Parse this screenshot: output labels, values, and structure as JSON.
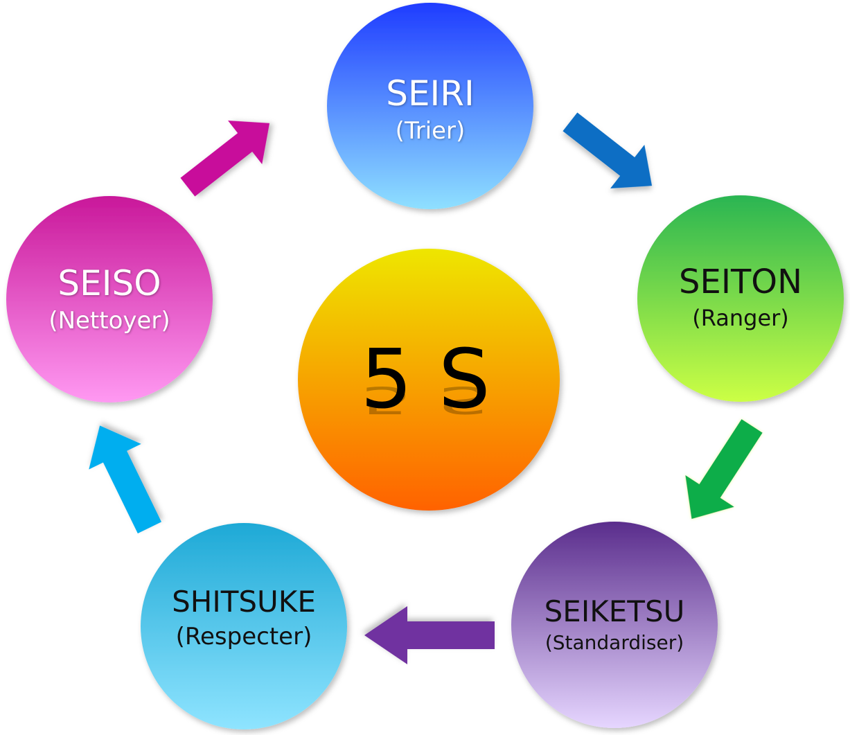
{
  "center": {
    "label": "5 S",
    "gradient_top": "#eee600",
    "gradient_bottom": "#ff6200"
  },
  "nodes": [
    {
      "id": "seiri",
      "title": "SEIRI",
      "subtitle": "(Trier)",
      "gradient_top": "#1f3cff",
      "gradient_bottom": "#8fe0ff",
      "text_color": "#ffffff"
    },
    {
      "id": "seiton",
      "title": "SEITON",
      "subtitle": "(Ranger)",
      "gradient_top": "#2ab552",
      "gradient_bottom": "#ccff44",
      "text_color": "#111111"
    },
    {
      "id": "seiketsu",
      "title": "SEIKETSU",
      "subtitle": "(Standardiser)",
      "gradient_top": "#5a2d8c",
      "gradient_bottom": "#e6d6ff",
      "text_color": "#111111"
    },
    {
      "id": "shitsuke",
      "title": "SHITSUKE",
      "subtitle": "(Respecter)",
      "gradient_top": "#1ea9d6",
      "gradient_bottom": "#8fe4ff",
      "text_color": "#111111"
    },
    {
      "id": "seiso",
      "title": "SEISO",
      "subtitle": "(Nettoyer)",
      "gradient_top": "#c9189a",
      "gradient_bottom": "#ff99f2",
      "text_color": "#ffffff"
    }
  ],
  "arrows": [
    {
      "from": "seiri",
      "to": "seiton",
      "color": "#0a6ec4"
    },
    {
      "from": "seiton",
      "to": "seiketsu",
      "color": "#11ad4a"
    },
    {
      "from": "seiketsu",
      "to": "shitsuke",
      "color": "#7030a0"
    },
    {
      "from": "shitsuke",
      "to": "seiso",
      "color": "#00aeef"
    },
    {
      "from": "seiso",
      "to": "seiri",
      "color": "#c8119b"
    }
  ]
}
